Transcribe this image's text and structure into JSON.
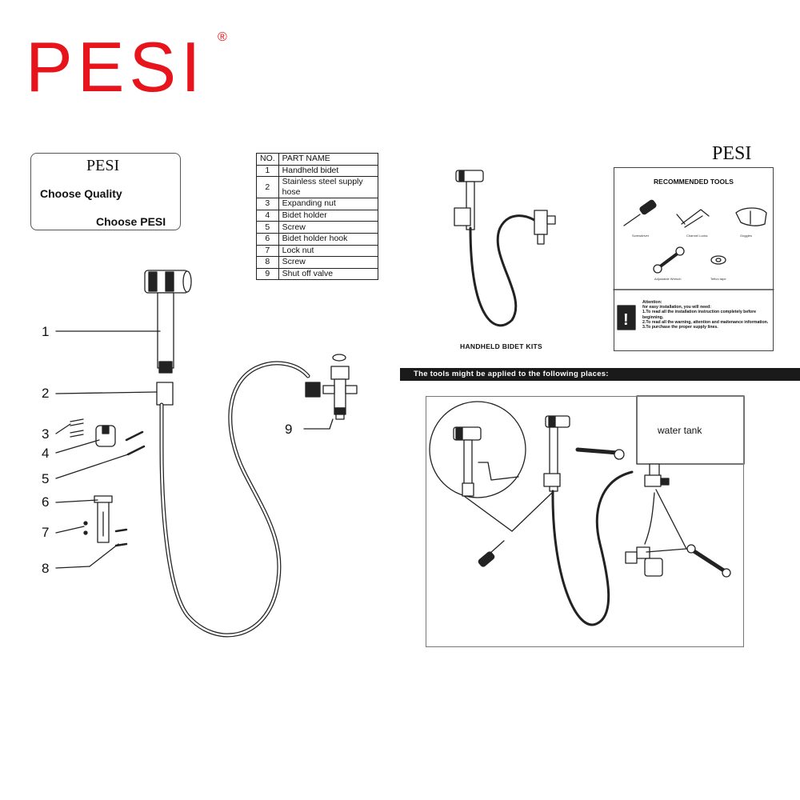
{
  "brand": {
    "logo": "PESI",
    "registered": "®",
    "brand_secondary": "PESI"
  },
  "quality_box": {
    "brand": "PESI",
    "line1": "Choose Quality",
    "line2": "Choose PESI"
  },
  "parts_table": {
    "header": {
      "no": "NO.",
      "name": "PART NAME"
    },
    "rows": [
      {
        "no": "1",
        "name": "Handheld bidet"
      },
      {
        "no": "2",
        "name": "Stainless steel supply hose"
      },
      {
        "no": "3",
        "name": "Expanding nut"
      },
      {
        "no": "4",
        "name": "Bidet holder"
      },
      {
        "no": "5",
        "name": "Screw"
      },
      {
        "no": "6",
        "name": "Bidet holder hook"
      },
      {
        "no": "7",
        "name": "Lock nut"
      },
      {
        "no": "8",
        "name": "Screw"
      },
      {
        "no": "9",
        "name": "Shut off valve"
      }
    ]
  },
  "callouts": [
    "1",
    "2",
    "3",
    "4",
    "5",
    "6",
    "7",
    "8",
    "9"
  ],
  "kit_label": "HANDHELD BIDET KITS",
  "tools": {
    "title": "RECOMMENDED TOOLS",
    "items": [
      "Screwdriver",
      "Channel Locks",
      "Goggles",
      "Adjustable Wrench",
      "Teflon tape"
    ],
    "attention": {
      "title": "Attention:",
      "intro": "for easy installation, you will need:",
      "points": [
        "1.To read all the installation instruction completely before beginning.",
        "2.To read all the warning, attention and maitenance information.",
        "3.To purchase the proper supply lines."
      ]
    }
  },
  "banner": "The tools might be applied to the following places:",
  "application": {
    "tank_label": "water tank"
  },
  "colors": {
    "brand_red": "#e8141b",
    "banner_bg": "#1a1a1a",
    "line": "#222222"
  }
}
